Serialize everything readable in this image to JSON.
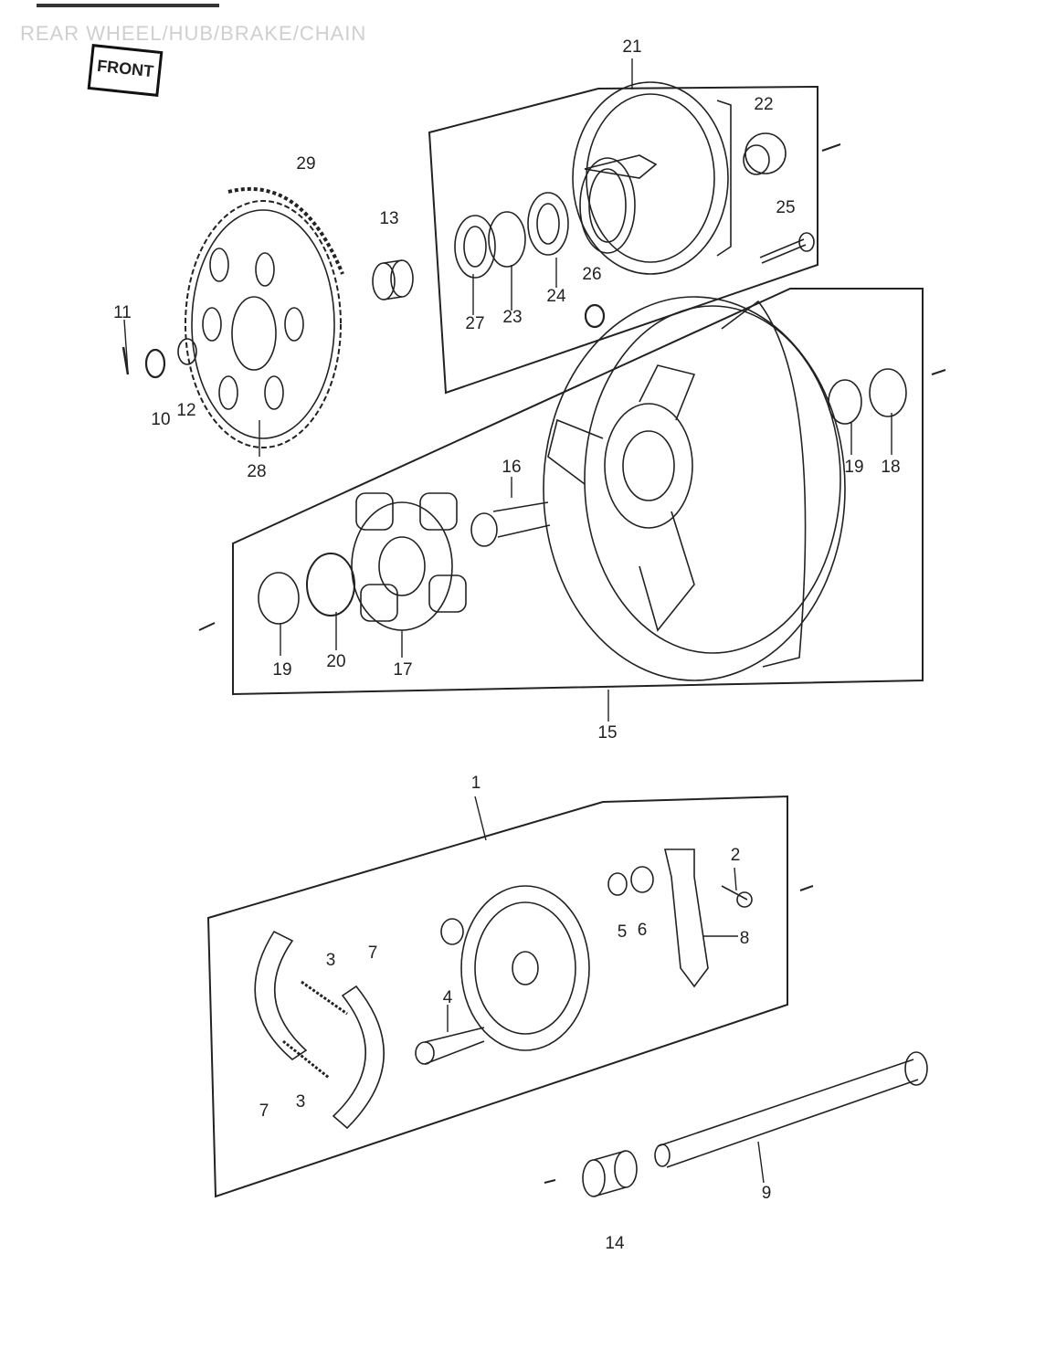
{
  "title": "REAR WHEEL/HUB/BRAKE/CHAIN",
  "front_tag": "FRONT",
  "callouts": [
    {
      "id": "c21",
      "text": "21"
    },
    {
      "id": "c22",
      "text": "22"
    },
    {
      "id": "c29",
      "text": "29"
    },
    {
      "id": "c13",
      "text": "13"
    },
    {
      "id": "c25",
      "text": "25"
    },
    {
      "id": "c11",
      "text": "11"
    },
    {
      "id": "c27",
      "text": "27"
    },
    {
      "id": "c23",
      "text": "23"
    },
    {
      "id": "c24",
      "text": "24"
    },
    {
      "id": "c26",
      "text": "26"
    },
    {
      "id": "c10",
      "text": "10"
    },
    {
      "id": "c12",
      "text": "12"
    },
    {
      "id": "c28",
      "text": "28"
    },
    {
      "id": "c16",
      "text": "16"
    },
    {
      "id": "c19a",
      "text": "19"
    },
    {
      "id": "c18",
      "text": "18"
    },
    {
      "id": "c19b",
      "text": "19"
    },
    {
      "id": "c20",
      "text": "20"
    },
    {
      "id": "c17",
      "text": "17"
    },
    {
      "id": "c15",
      "text": "15"
    },
    {
      "id": "c1",
      "text": "1"
    },
    {
      "id": "c2",
      "text": "2"
    },
    {
      "id": "c5",
      "text": "5"
    },
    {
      "id": "c6",
      "text": "6"
    },
    {
      "id": "c8",
      "text": "8"
    },
    {
      "id": "c3a",
      "text": "3"
    },
    {
      "id": "c7a",
      "text": "7"
    },
    {
      "id": "c4",
      "text": "4"
    },
    {
      "id": "c7b",
      "text": "7"
    },
    {
      "id": "c3b",
      "text": "3"
    },
    {
      "id": "c9",
      "text": "9"
    },
    {
      "id": "c14",
      "text": "14"
    }
  ]
}
